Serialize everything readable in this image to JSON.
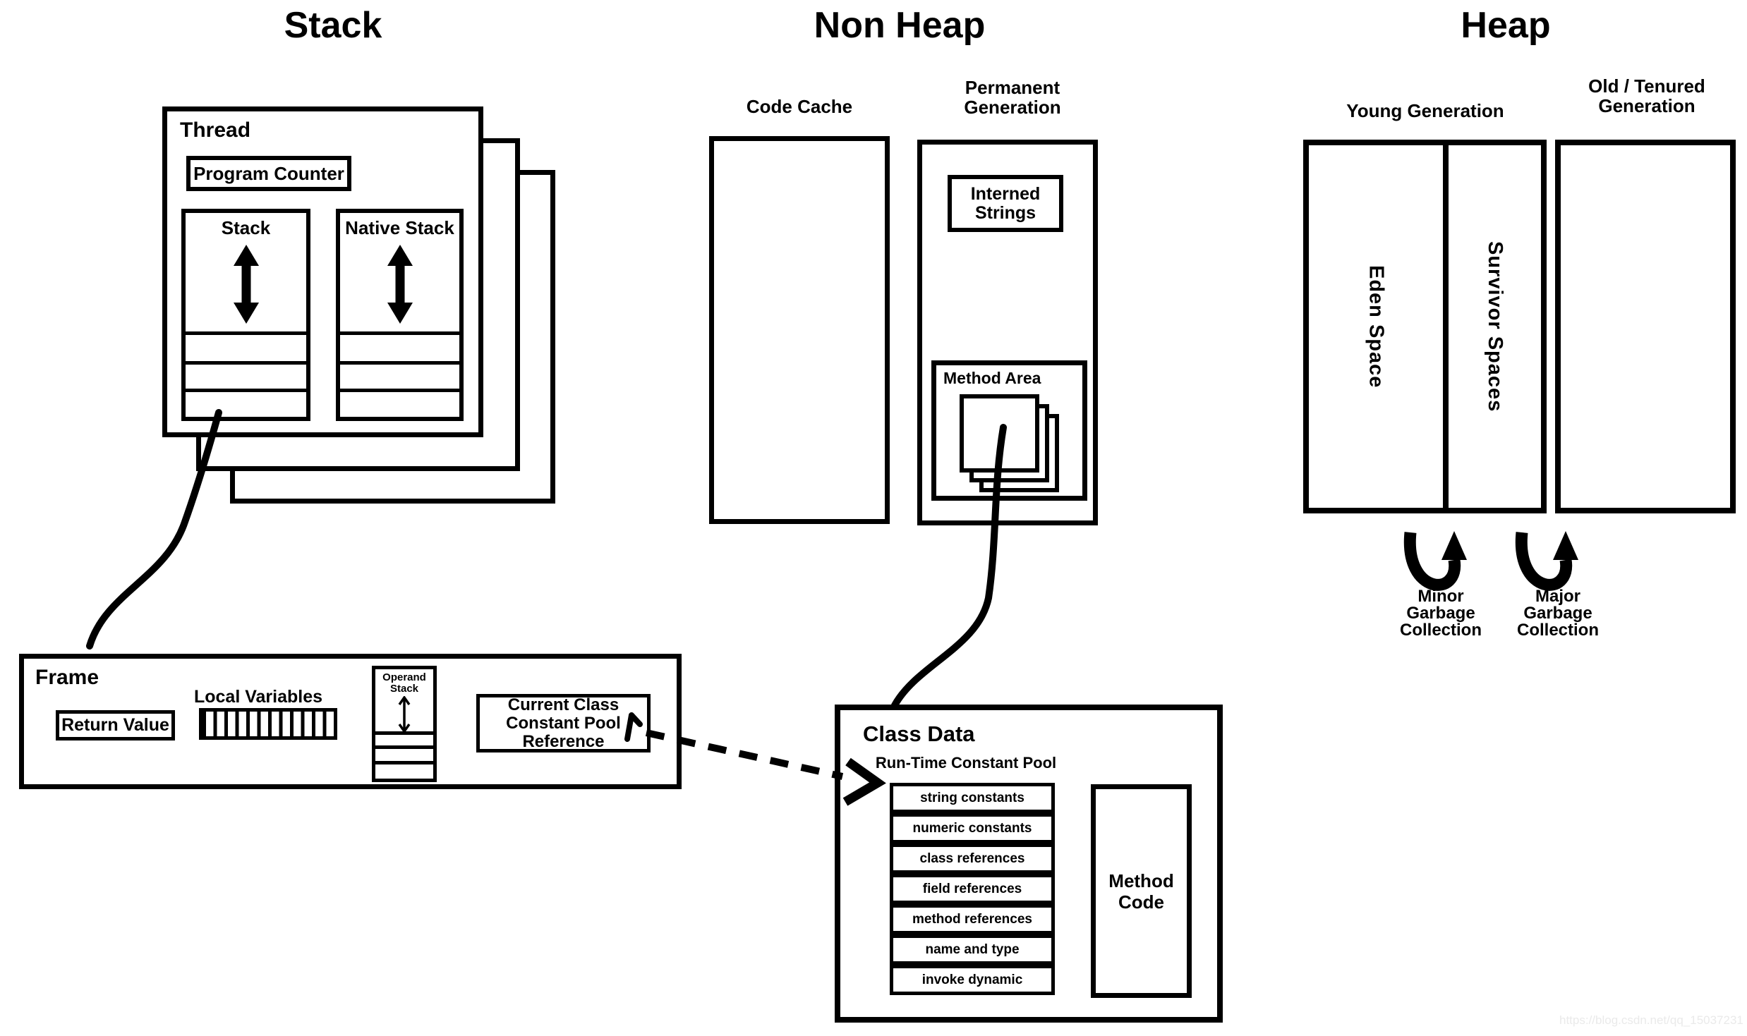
{
  "titles": {
    "stack": "Stack",
    "non_heap": "Non Heap",
    "heap": "Heap"
  },
  "thread": {
    "title": "Thread",
    "program_counter": "Program Counter",
    "stack_label": "Stack",
    "native_stack_label": "Native Stack"
  },
  "frame": {
    "title": "Frame",
    "return_value": "Return Value",
    "local_variables": "Local Variables",
    "operand_stack": "Operand\nStack",
    "current_class_ref": "Current Class\nConstant Pool\nReference"
  },
  "non_heap": {
    "code_cache": "Code Cache",
    "permanent_generation": "Permanent\nGeneration",
    "interned_strings": "Interned\nStrings",
    "method_area": "Method Area"
  },
  "class_data": {
    "title": "Class Data",
    "pool_title": "Run-Time Constant Pool",
    "pool_rows": [
      "string constants",
      "numeric constants",
      "class references",
      "field references",
      "method references",
      "name and type",
      "invoke dynamic"
    ],
    "method_code": "Method\nCode"
  },
  "heap": {
    "young_generation": "Young Generation",
    "old_generation": "Old / Tenured\nGeneration",
    "eden_space": "Eden Space",
    "survivor_spaces": "Survivor Spaces",
    "minor_gc": "Minor\nGarbage\nCollection",
    "major_gc": "Major\nGarbage\nCollection"
  },
  "watermark": "https://blog.csdn.net/qq_15037231",
  "colors": {
    "ink": "#000000",
    "background": "#ffffff",
    "watermark": "#eaeaea"
  }
}
